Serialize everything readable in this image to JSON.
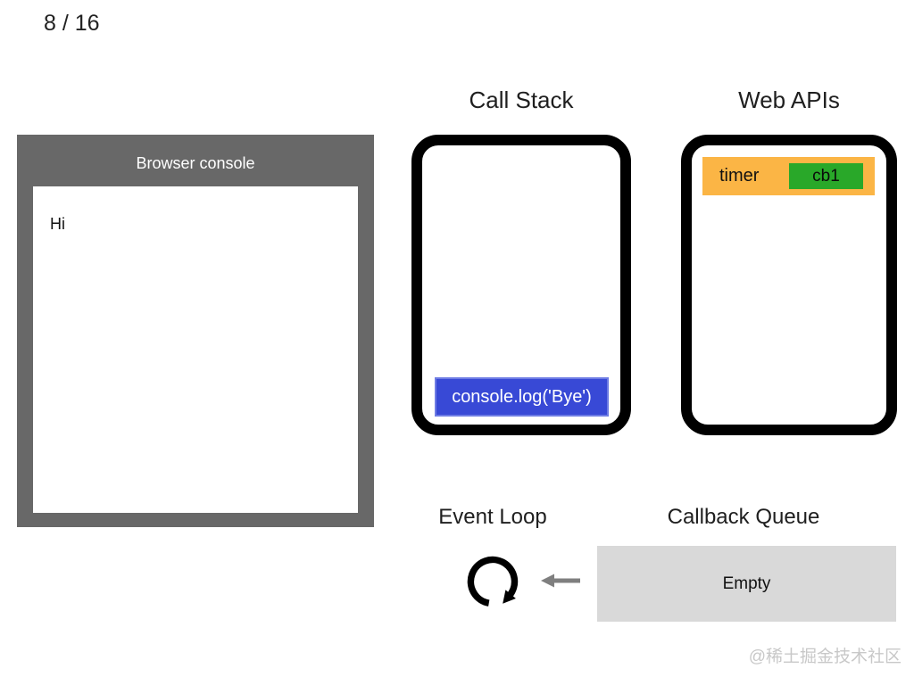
{
  "slide": {
    "counter": "8 / 16",
    "watermark": "@稀土掘金技术社区"
  },
  "browser_console": {
    "title": "Browser console",
    "log_lines": [
      "Hi"
    ]
  },
  "call_stack": {
    "title": "Call Stack",
    "frames": [
      {
        "label": "console.log('Bye')"
      }
    ]
  },
  "web_apis": {
    "title": "Web APIs",
    "items": [
      {
        "api": "timer",
        "callback": "cb1"
      }
    ]
  },
  "event_loop": {
    "title": "Event Loop",
    "icon": "clockwise-loop-icon",
    "arrow_icon": "left-arrow-icon"
  },
  "callback_queue": {
    "title": "Callback Queue",
    "status": "Empty"
  },
  "colors": {
    "console_frame_gray": "#686868",
    "stack_frame_blue": "#3849d6",
    "timer_orange": "#fbb545",
    "callback_green": "#29a829",
    "queue_gray": "#d9d9d9",
    "arrow_gray": "#7f7f7f",
    "panel_border_black": "#000000"
  }
}
